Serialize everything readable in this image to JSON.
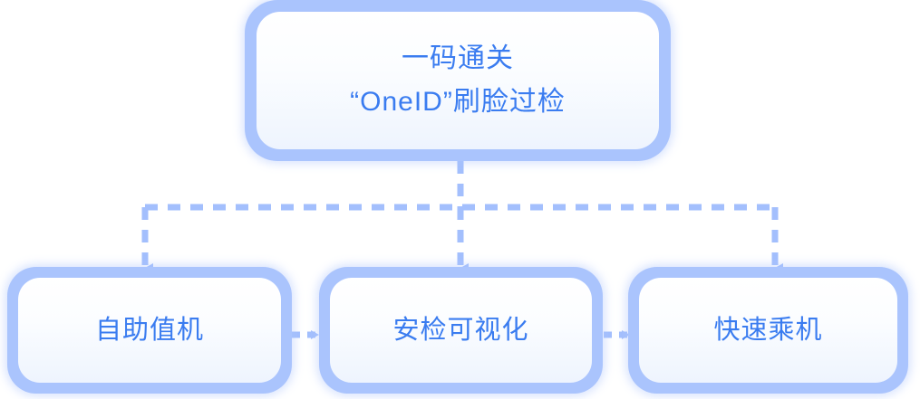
{
  "diagram": {
    "title_node": {
      "lines": [
        "一码通关",
        "“OneID”刷脸过检"
      ]
    },
    "children": [
      {
        "label": "自助值机"
      },
      {
        "label": "安检可视化"
      },
      {
        "label": "快速乘机"
      }
    ],
    "connectors": {
      "style": "dashed",
      "vertical_trunk_label": "trunk-from-root",
      "horizontal_bus_label": "distribution-bus",
      "sibling_links": [
        "自助值机 → 安检可视化",
        "安检可视化 → 快速乘机"
      ]
    },
    "colors": {
      "text_blue": "#3a7cf0",
      "border_blue": "#aac4fd",
      "connector_blue": "#a3bffd",
      "panel_top": "#ffffff",
      "panel_bottom": "#eef4fe",
      "background": "#ffffff"
    }
  }
}
